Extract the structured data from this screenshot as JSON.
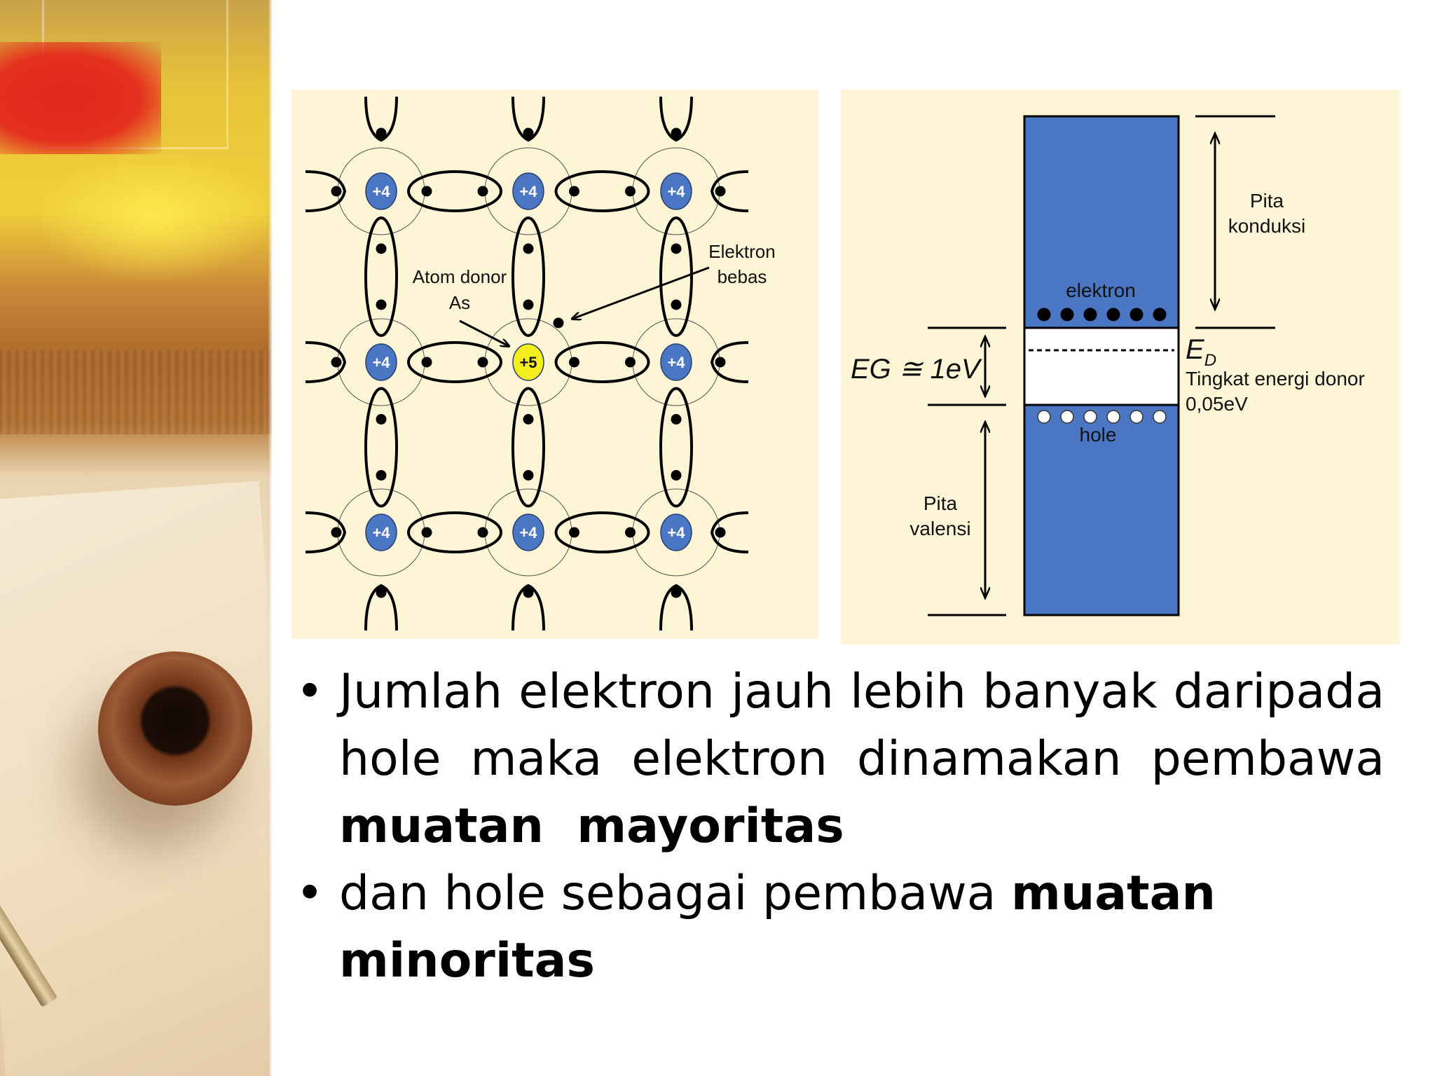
{
  "lattice": {
    "atom_charge": "+4",
    "donor_charge": "+5",
    "donor_label_line1": "Atom donor",
    "donor_label_line2": "As",
    "free_electron_line1": "Elektron",
    "free_electron_line2": "bebas"
  },
  "band_diagram": {
    "conduction_line1": "Pita",
    "conduction_line2": "konduksi",
    "valence_line1": "Pita",
    "valence_line2": "valensi",
    "electron_label": "elektron",
    "hole_label": "hole",
    "gap_label": "EG ≅ 1eV",
    "donor_level_symbol": "E",
    "donor_level_subscript": "D",
    "donor_level_line1": "Tingkat energi donor",
    "donor_level_line2": "0,05eV",
    "electron_count": 6,
    "hole_count": 6,
    "colors": {
      "band_fill": "#4a76c4",
      "panel_bg": "#fdf5d6"
    }
  },
  "bullets": [
    {
      "marker": "•",
      "text": "Jumlah elektron jauh lebih banyak daripada hole maka elektron dinamakan pembawa",
      "bold": "muatan  mayoritas"
    },
    {
      "marker": "•",
      "text": "dan hole sebagai pembawa",
      "bold": "muatan minoritas"
    }
  ]
}
